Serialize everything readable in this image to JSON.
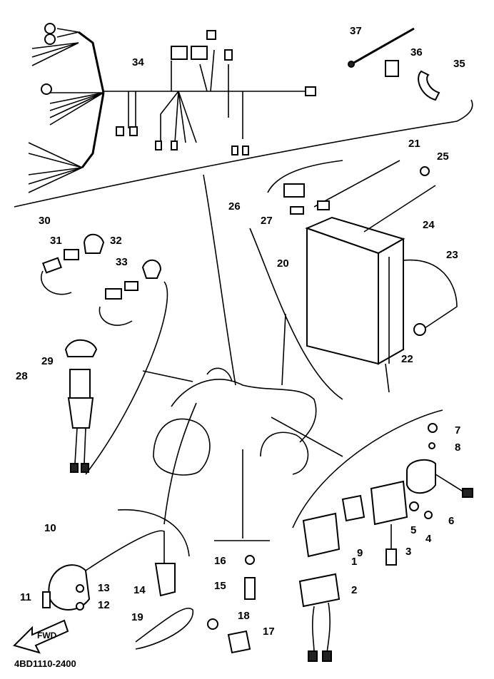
{
  "callouts": {
    "c1": "1",
    "c2": "2",
    "c3": "3",
    "c4": "4",
    "c5": "5",
    "c6": "6",
    "c7": "7",
    "c8": "8",
    "c9": "9",
    "c10": "10",
    "c11": "11",
    "c12": "12",
    "c13": "13",
    "c14": "14",
    "c15": "15",
    "c16": "16",
    "c17": "17",
    "c18": "18",
    "c19": "19",
    "c20": "20",
    "c21": "21",
    "c22": "22",
    "c23": "23",
    "c24": "24",
    "c25": "25",
    "c26": "26",
    "c27": "27",
    "c28": "28",
    "c29": "29",
    "c30": "30",
    "c31": "31",
    "c32": "32",
    "c33": "33",
    "c34": "34",
    "c35": "35",
    "c36": "36",
    "c37": "37"
  },
  "forward_arrow": "FWD",
  "drawing_code": "4BD1110-2400"
}
